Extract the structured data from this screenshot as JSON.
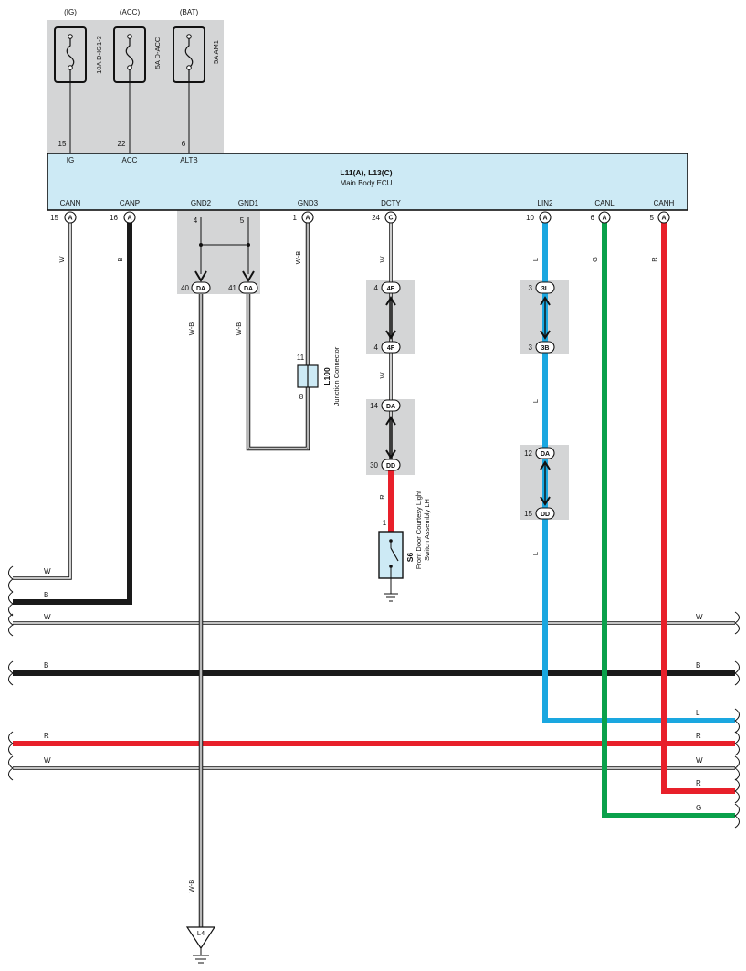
{
  "fuses": [
    {
      "source": "(IG)",
      "label": "10A D-IG1-3",
      "pin": "15",
      "terminal": "IG"
    },
    {
      "source": "(ACC)",
      "label": "5A D-ACC",
      "pin": "22",
      "terminal": "ACC"
    },
    {
      "source": "(BAT)",
      "label": "5A AM1",
      "pin": "6",
      "terminal": "ALTB"
    }
  ],
  "ecu": {
    "id": "L11(A), L13(C)",
    "name": "Main Body ECU"
  },
  "ecu_bottom_pins": [
    {
      "name": "CANN",
      "num": "15",
      "conn": "A"
    },
    {
      "name": "CANP",
      "num": "16",
      "conn": "A"
    },
    {
      "name": "GND2",
      "num": "4",
      "conn": ""
    },
    {
      "name": "GND1",
      "num": "5",
      "conn": ""
    },
    {
      "name": "GND3",
      "num": "1",
      "conn": "A"
    },
    {
      "name": "DCTY",
      "num": "24",
      "conn": "C"
    },
    {
      "name": "LIN2",
      "num": "10",
      "conn": "A"
    },
    {
      "name": "CANL",
      "num": "6",
      "conn": "A"
    },
    {
      "name": "CANH",
      "num": "5",
      "conn": "A"
    }
  ],
  "inline_connectors": [
    {
      "num": "40",
      "conn": "DA"
    },
    {
      "num": "41",
      "conn": "DA"
    },
    {
      "num": "4",
      "conn": "4E"
    },
    {
      "num": "4",
      "conn": "4F"
    },
    {
      "num": "14",
      "conn": "DA"
    },
    {
      "num": "30",
      "conn": "DD"
    },
    {
      "num": "3",
      "conn": "3L"
    },
    {
      "num": "3",
      "conn": "3B"
    },
    {
      "num": "12",
      "conn": "DA"
    },
    {
      "num": "15",
      "conn": "DD"
    }
  ],
  "wire_colors": {
    "W": "#ffffff",
    "B": "#1a1a1a",
    "R": "#e8202a",
    "G": "#0aa14b",
    "L": "#1aa7e0",
    "W-B": "#ffffff"
  },
  "wire_labels": {
    "cann": "W",
    "canp": "B",
    "gnd_left": "W-B",
    "gnd_mid": "W-B",
    "gnd3": "W-B",
    "dcty_top": "W",
    "dcty_mid": "W",
    "dcty_red": "R",
    "lin2_top": "L",
    "lin2_mid": "L",
    "lin2_bot": "L",
    "canl": "G",
    "canh": "R",
    "ground_drop": "W-B"
  },
  "junction": {
    "id": "L100",
    "name": "Junction Connector",
    "pin_top": "11",
    "pin_bottom": "8"
  },
  "switch": {
    "id": "S6",
    "name": "Front Door Courtesy Light Switch Assembly LH",
    "pin": "1"
  },
  "ground_point": "L4",
  "bus_left_labels": [
    "W",
    "B",
    "W",
    "B",
    "R",
    "W"
  ],
  "bus_right_labels": [
    "W",
    "B",
    "L",
    "R",
    "W",
    "R",
    "G"
  ]
}
